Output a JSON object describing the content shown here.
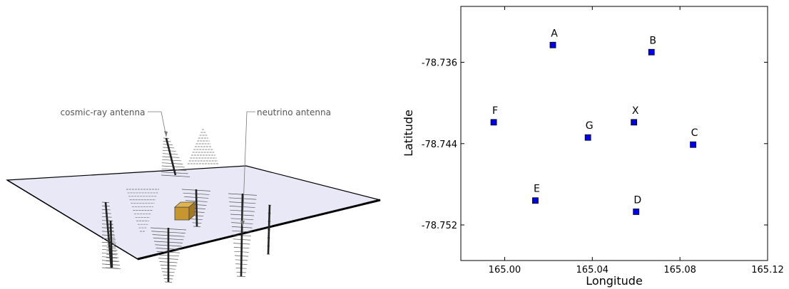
{
  "illustration": {
    "callouts": {
      "cosmic_ray": "cosmic-ray antenna",
      "neutrino": "neutrino antenna"
    },
    "colors": {
      "plane": "#e8e8f6",
      "station_box": "#c8962e",
      "antenna": "#222222"
    }
  },
  "chart_data": {
    "type": "scatter",
    "xlabel": "Longitude",
    "ylabel": "Latitude",
    "xlim": [
      164.98,
      165.12
    ],
    "ylim": [
      -78.7555,
      -78.7305
    ],
    "xticks": [
      "165.00",
      "165.04",
      "165.08",
      "165.12"
    ],
    "xtick_values": [
      165.0,
      165.04,
      165.08,
      165.12
    ],
    "yticks": [
      "-78.736",
      "-78.744",
      "-78.752"
    ],
    "ytick_values": [
      -78.736,
      -78.744,
      -78.752
    ],
    "marker_color": "#0000ee",
    "grid": false,
    "points": [
      {
        "label": "A",
        "x": 165.022,
        "y": -78.7343
      },
      {
        "label": "B",
        "x": 165.067,
        "y": -78.735
      },
      {
        "label": "F",
        "x": 164.995,
        "y": -78.7419
      },
      {
        "label": "X",
        "x": 165.059,
        "y": -78.7419
      },
      {
        "label": "G",
        "x": 165.038,
        "y": -78.7434
      },
      {
        "label": "C",
        "x": 165.086,
        "y": -78.7441
      },
      {
        "label": "E",
        "x": 165.014,
        "y": -78.7496
      },
      {
        "label": "D",
        "x": 165.06,
        "y": -78.7507
      }
    ]
  }
}
